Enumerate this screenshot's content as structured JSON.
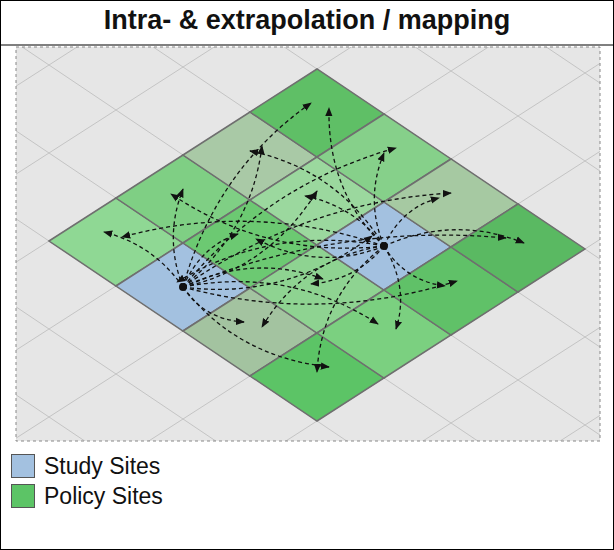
{
  "diagram": {
    "title": "Intra- & extrapolation / mapping",
    "legend": [
      {
        "text": "Study Sites",
        "color": "#a3c1e0"
      },
      {
        "text": "Policy Sites",
        "color": "#5cc466"
      }
    ]
  }
}
